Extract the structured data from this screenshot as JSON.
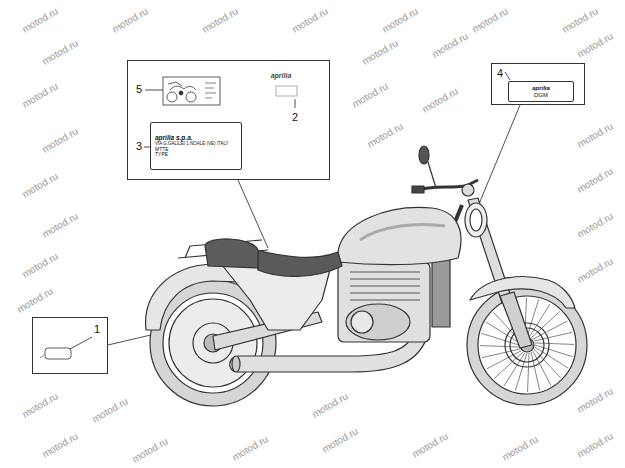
{
  "diagram": {
    "nodes": [
      {
        "text": [
          "5",
          "2",
          "3"
        ]
      },
      {
        "text": [
          "aprilia"
        ],
        "in": 0
      },
      {
        "text": [
          "aprilia s.p.a.",
          "VIA G.GALILEI 1 NOALE (VE) ITALY",
          "MTTE",
          "TYPE"
        ],
        "in": 0
      },
      {
        "text": [
          "4"
        ]
      },
      {
        "text": [
          "aprilia",
          "DGM"
        ],
        "in": 3
      },
      {
        "text": [
          "1"
        ]
      }
    ],
    "labels": [
      "motod.ru",
      "motod.ru",
      "motod.ru",
      "motod.ru",
      "motod.ru",
      "motod.ru",
      "motod.ru",
      "motod.ru",
      "motod.ru",
      "motod.ru",
      "motod.ru",
      "motod.ru",
      "motod.ru",
      "motod.ru",
      "motod.ru",
      "motod.ru",
      "motod.ru",
      "motod.ru",
      "motod.ru",
      "motod.ru",
      "motod.ru",
      "motod.ru",
      "motod.ru",
      "motod.ru",
      "motod.ru",
      "motod.ru",
      "motod.ru",
      "motod.ru",
      "motod.ru",
      "motod.ru",
      "motod.ru",
      "motod.ru",
      "motod.ru",
      "motod.ru",
      "motod.ru"
    ]
  }
}
